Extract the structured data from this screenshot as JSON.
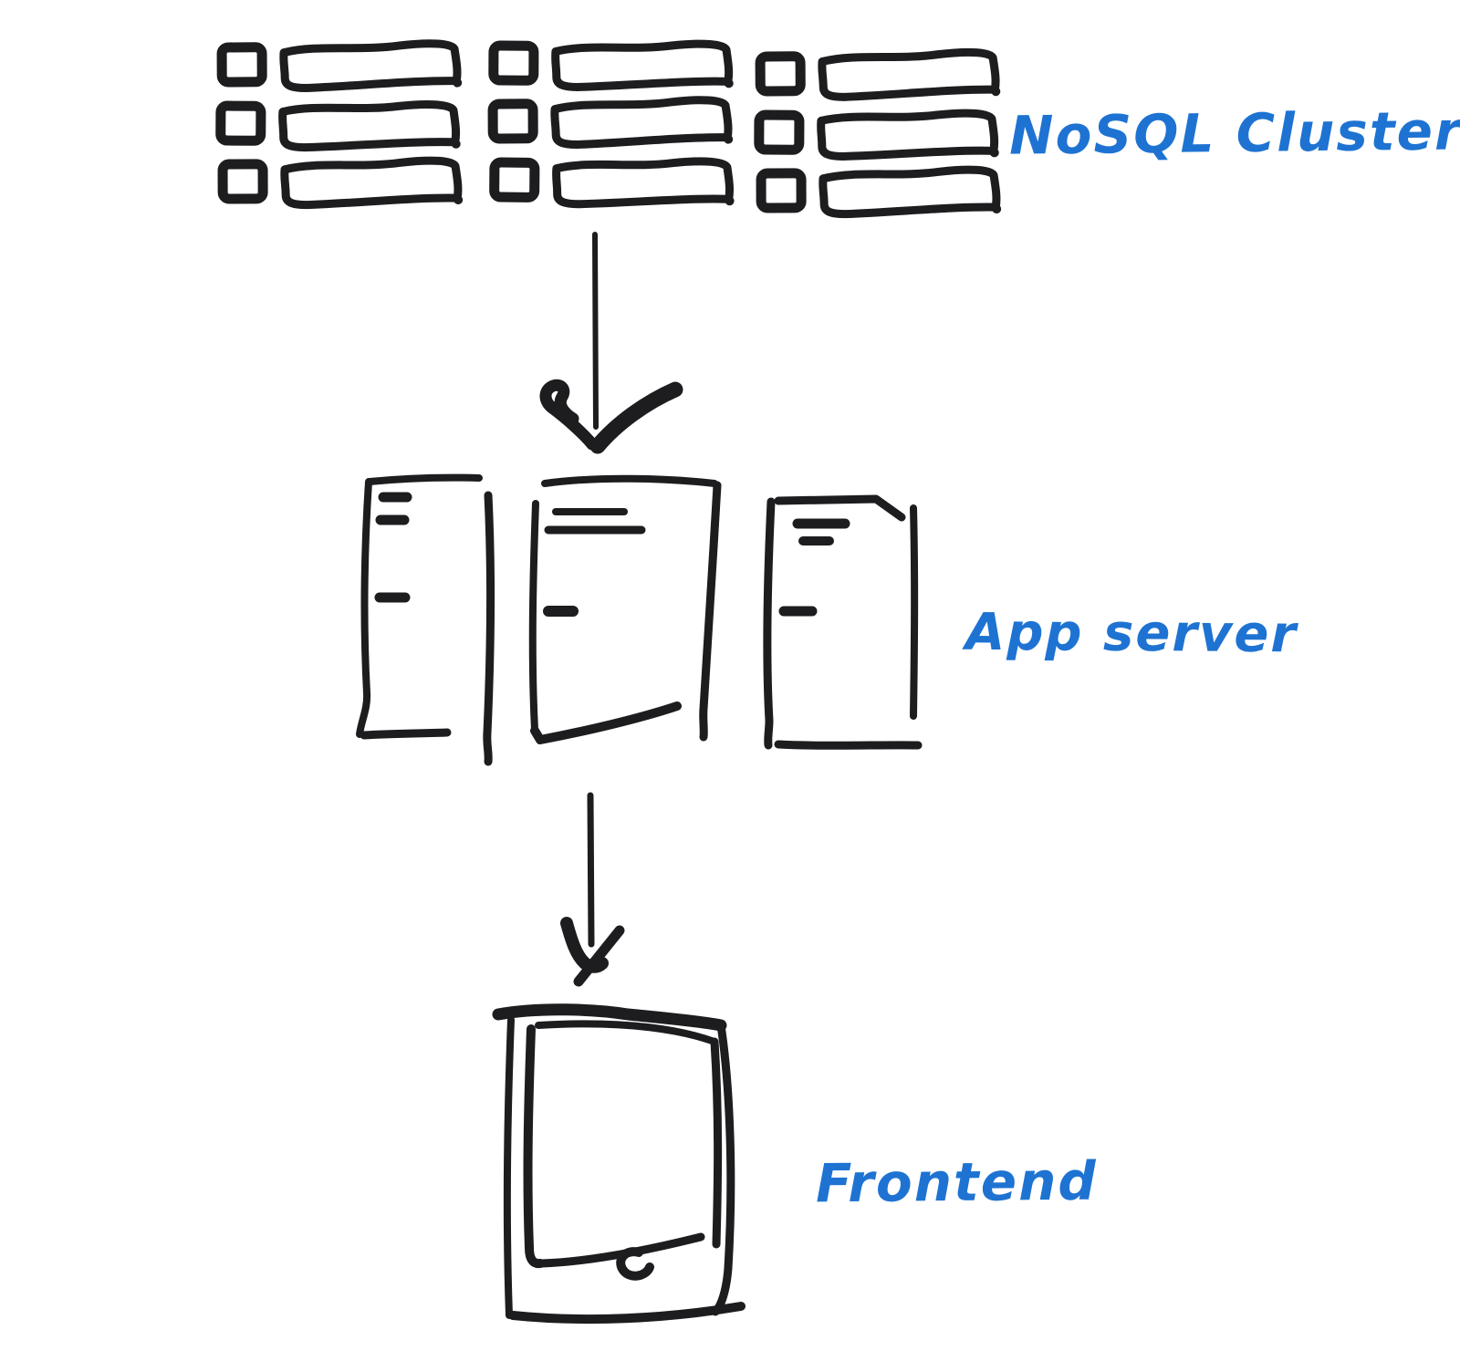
{
  "theme": {
    "label_color": "#1e73d2",
    "stroke_color": "#1d1d1f",
    "background_color": "#ffffff"
  },
  "diagram": {
    "type": "hand-drawn-architecture-sketch",
    "nodes": [
      {
        "id": "nosql-cluster",
        "label": "NoSQL Cluster",
        "depicts": "3x3 grid of sketched server-rack rows (small square plus long slot)"
      },
      {
        "id": "app-server",
        "label": "App server",
        "depicts": "three sketched server/document panels with dash details"
      },
      {
        "id": "frontend",
        "label": "Frontend",
        "depicts": "hand-drawn tablet with screen and home button"
      }
    ],
    "edges": [
      {
        "from": "nosql-cluster",
        "to": "app-server",
        "style": "hand-drawn arrow pointing down"
      },
      {
        "from": "app-server",
        "to": "frontend",
        "style": "hand-drawn arrow pointing down"
      }
    ]
  }
}
